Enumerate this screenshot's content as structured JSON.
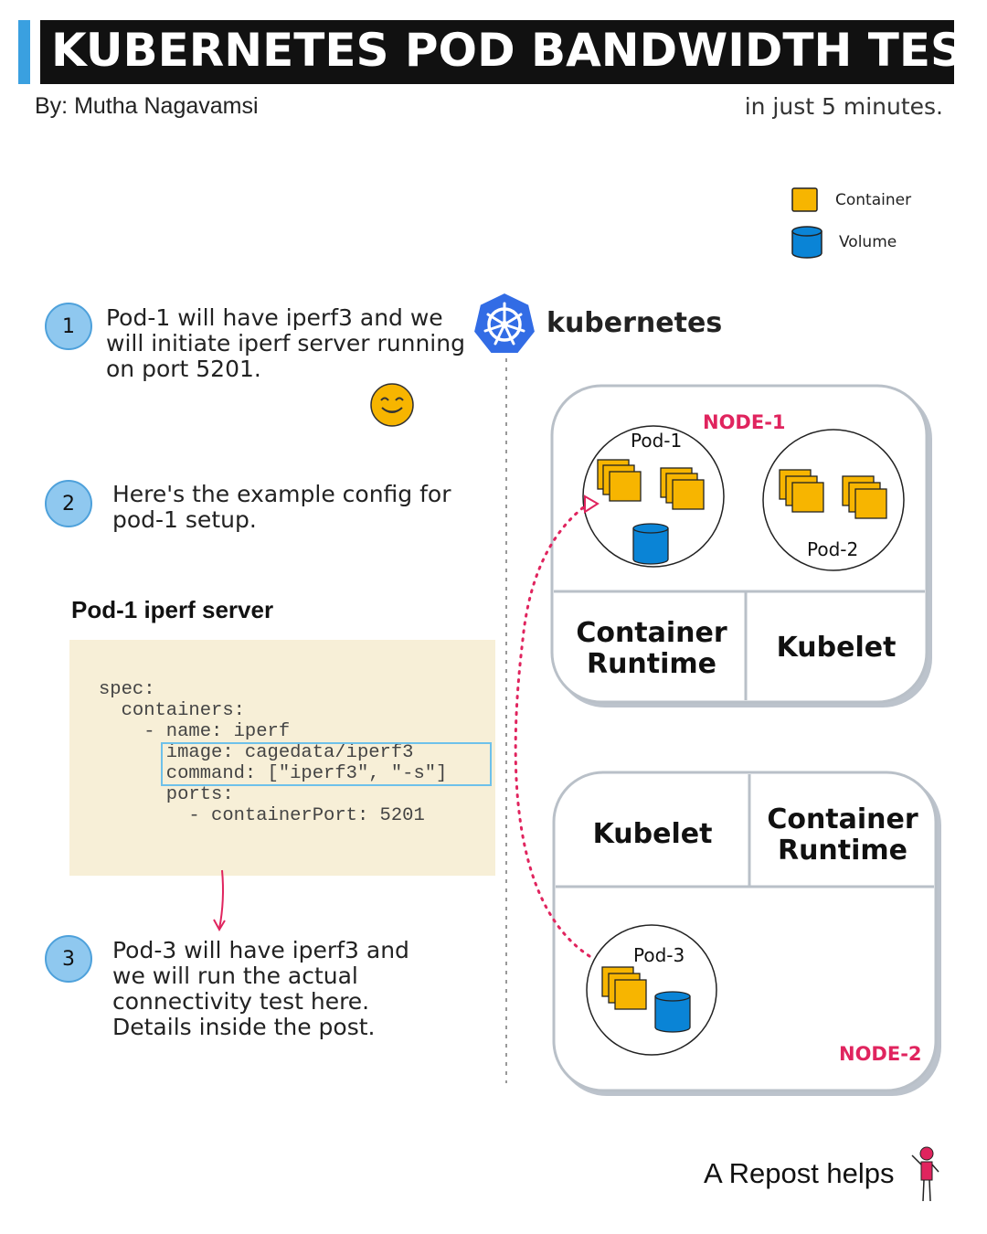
{
  "header": {
    "title": "KUBERNETES POD BANDWIDTH TEST",
    "byline": "By: Mutha Nagavamsi",
    "tagline": "in just 5 minutes."
  },
  "legend": {
    "container": "Container",
    "volume": "Volume"
  },
  "steps": [
    {
      "number": "1",
      "text": "Pod-1 will have iperf3 and we\nwill initiate iperf server running\non port 5201."
    },
    {
      "number": "2",
      "text": "Here's the example config for\npod-1 setup."
    },
    {
      "number": "3",
      "text": "Pod-3 will have iperf3 and\nwe will run the actual\nconnectivity test here.\nDetails inside the post."
    }
  ],
  "brand": "kubernetes",
  "config": {
    "heading": "Pod-1 iperf server",
    "lines": [
      "spec:",
      "  containers:",
      "    - name: iperf",
      "      image: cagedata/iperf3",
      "      command: [\"iperf3\", \"-s\"]",
      "      ports:",
      "        - containerPort: 5201"
    ]
  },
  "node1": {
    "label": "NODE-1",
    "pod_a": "Pod-1",
    "pod_b": "Pod-2",
    "runtime": "Container\nRuntime",
    "kubelet": "Kubelet"
  },
  "node2": {
    "label": "NODE-2",
    "pod": "Pod-3",
    "runtime": "Container\nRuntime",
    "kubelet": "Kubelet"
  },
  "footer": "A Repost helps",
  "colors": {
    "container": "#f7b500",
    "volume": "#0a84d6",
    "accent": "#3aa0e0",
    "node_label": "#e0245e",
    "link": "#e0245e"
  }
}
